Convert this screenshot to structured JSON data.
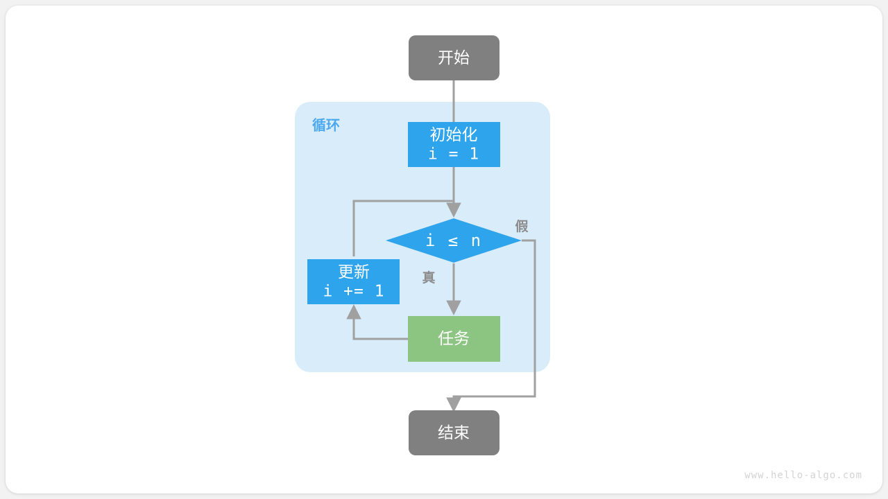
{
  "canvas": {
    "background": "#ffffff",
    "page_background": "#f2f2f2"
  },
  "colors": {
    "start_end_fill": "#808080",
    "process_fill": "#2da4ec",
    "decision_fill": "#2da4ec",
    "task_fill": "#8cc481",
    "group_fill": "#d9ecfa",
    "edge_stroke": "#a0a0a0",
    "group_label_color": "#4ba8ef",
    "branch_label_color": "#8c8c8c",
    "node_text_color": "#ffffff",
    "watermark_color": "#d3d3d3"
  },
  "diagram": {
    "type": "flowchart",
    "title": "",
    "group": {
      "label": "循环"
    },
    "nodes": [
      {
        "id": "start",
        "shape": "rounded-rect",
        "label": "开始",
        "sub": ""
      },
      {
        "id": "init",
        "shape": "rect",
        "label": "初始化",
        "sub": "i = 1"
      },
      {
        "id": "cond",
        "shape": "diamond",
        "label": "i ≤ n",
        "sub": ""
      },
      {
        "id": "update",
        "shape": "rect",
        "label": "更新",
        "sub": "i += 1"
      },
      {
        "id": "task",
        "shape": "rect",
        "label": "任务",
        "sub": ""
      },
      {
        "id": "end",
        "shape": "rounded-rect",
        "label": "结束",
        "sub": ""
      }
    ],
    "edges": [
      {
        "from": "start",
        "to": "init",
        "label": ""
      },
      {
        "from": "init",
        "to": "cond",
        "label": ""
      },
      {
        "from": "cond",
        "to": "task",
        "label": "真"
      },
      {
        "from": "cond",
        "to": "end",
        "label": "假"
      },
      {
        "from": "task",
        "to": "update",
        "label": ""
      },
      {
        "from": "update",
        "to": "cond",
        "label": ""
      }
    ],
    "branch_labels": {
      "true": "真",
      "false": "假"
    }
  },
  "watermark": {
    "text": "www.hello-algo.com"
  }
}
